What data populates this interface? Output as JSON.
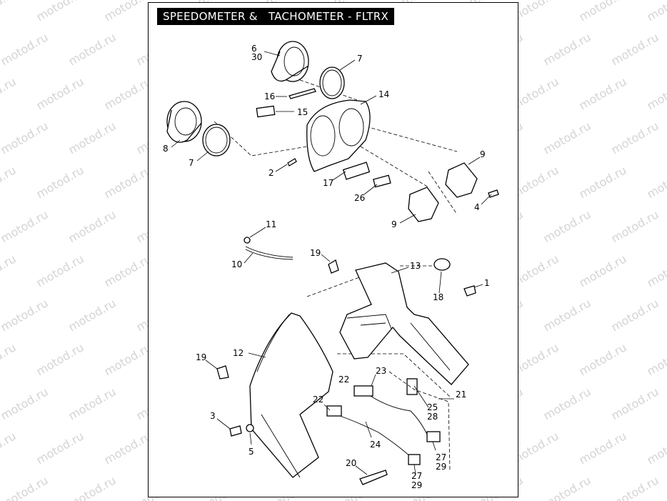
{
  "title": "SPEEDOMETER &   TACHOMETER - FLTRX",
  "watermark": "motod.ru",
  "callouts": {
    "c1": "1",
    "c2": "2",
    "c3": "3",
    "c4": "4",
    "c5": "5",
    "c6": "6",
    "c30a": "30",
    "c7a": "7",
    "c7b": "7",
    "c8": "8",
    "c9a": "9",
    "c9b": "9",
    "c10": "10",
    "c11": "11",
    "c12": "12",
    "c13": "13",
    "c14": "14",
    "c15": "15",
    "c16": "16",
    "c17": "17",
    "c18": "18",
    "c19a": "19",
    "c19b": "19",
    "c20": "20",
    "c21": "21",
    "c22a": "22",
    "c22b": "22",
    "c23": "23",
    "c24": "24",
    "c25": "25",
    "c28": "28",
    "c26": "26",
    "c27a": "27",
    "c29a": "29",
    "c27b": "27",
    "c29b": "29"
  }
}
